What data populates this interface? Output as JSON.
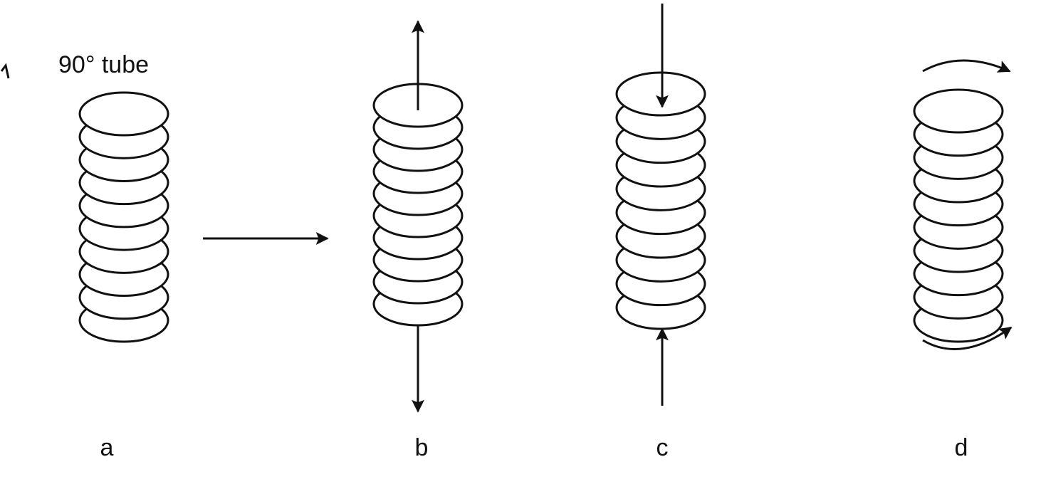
{
  "figure": {
    "tube_label": "90° tube",
    "panels": [
      {
        "id": "a",
        "label": "a",
        "discs": 10
      },
      {
        "id": "b",
        "label": "b",
        "discs": 10
      },
      {
        "id": "c",
        "label": "c",
        "discs": 10
      },
      {
        "id": "d",
        "label": "d",
        "discs": 10
      }
    ],
    "ink_color": "#111111",
    "background_color": "#ffffff"
  }
}
